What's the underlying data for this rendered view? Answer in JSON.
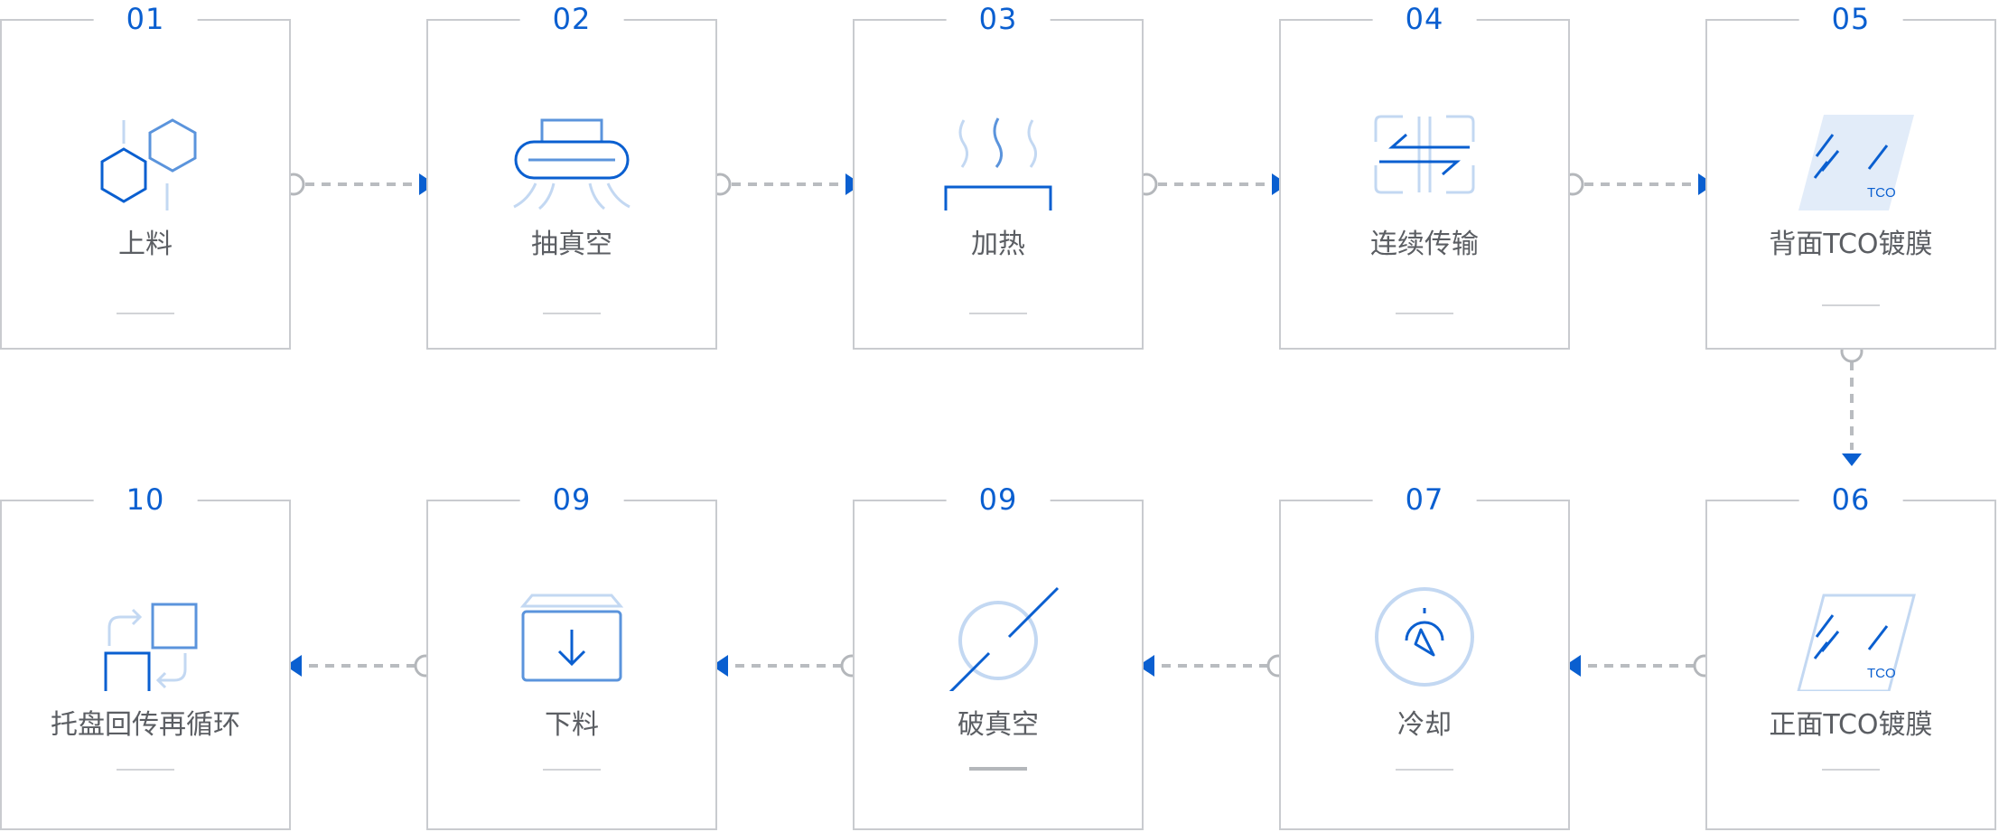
{
  "steps": [
    {
      "num": "01",
      "label": "上料"
    },
    {
      "num": "02",
      "label": "抽真空"
    },
    {
      "num": "03",
      "label": "加热"
    },
    {
      "num": "04",
      "label": "连续传输"
    },
    {
      "num": "05",
      "label": "背面TCO镀膜",
      "icon_text": "TCO"
    },
    {
      "num": "06",
      "label": "正面TCO镀膜",
      "icon_text": "TCO"
    },
    {
      "num": "07",
      "label": "冷却"
    },
    {
      "num": "09",
      "label": "破真空"
    },
    {
      "num": "09",
      "label": "下料"
    },
    {
      "num": "10",
      "label": "托盘回传再循环"
    }
  ],
  "icons": [
    "hexagon-molecule-icon",
    "vacuum-hood-icon",
    "heating-icon",
    "transfer-arrows-icon",
    "glass-tco-icon",
    "glass-tco-outline-icon",
    "cooling-gauge-icon",
    "break-vacuum-icon",
    "unload-box-icon",
    "tray-recycle-icon"
  ],
  "colors": {
    "accent": "#0a5fd0",
    "accent_mid": "#5b94dc",
    "accent_light": "#c3d8f2",
    "border": "#c9cbcf",
    "text": "#5b5e63"
  }
}
